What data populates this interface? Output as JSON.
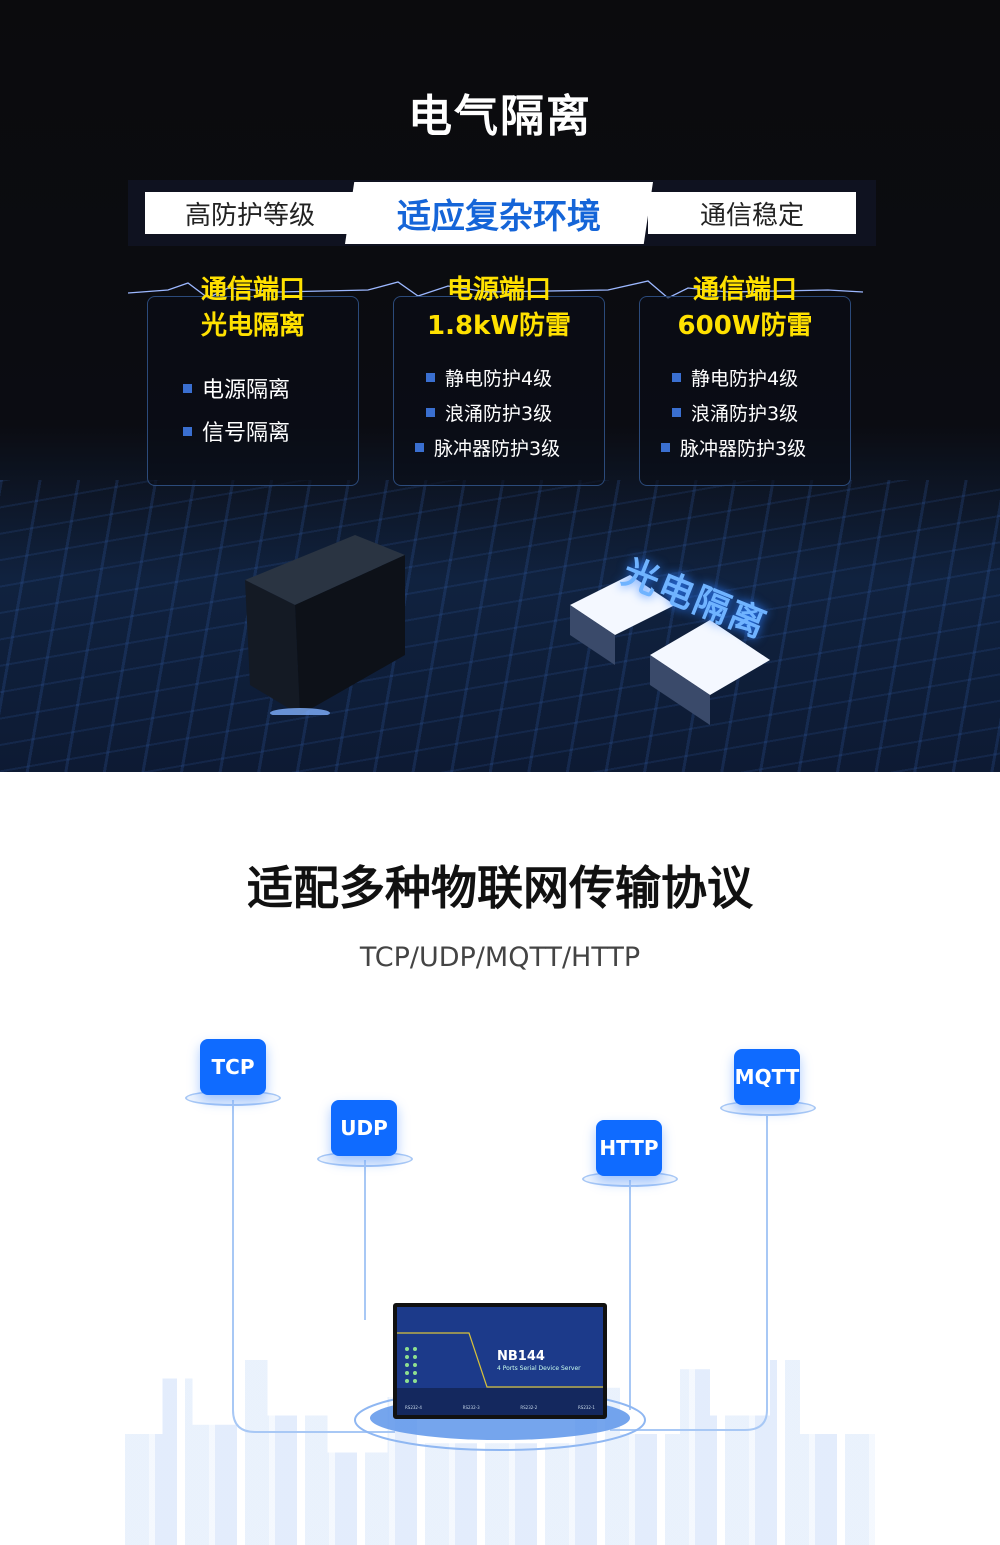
{
  "section1": {
    "title": "电气隔离",
    "tabs": [
      "高防护等级",
      "适应复杂环境",
      "通信稳定"
    ],
    "cards": [
      {
        "heading1": "通信端口",
        "heading2": "光电隔离",
        "items": [
          "电源隔离",
          "信号隔离"
        ]
      },
      {
        "heading1": "电源端口",
        "heading2": "1.8kW防雷",
        "items": [
          "静电防护4级",
          "浪涌防护3级",
          "脉冲器防护3级"
        ]
      },
      {
        "heading1": "通信端口",
        "heading2": "600W防雷",
        "items": [
          "静电防护4级",
          "浪涌防护3级",
          "脉冲器防护3级"
        ]
      }
    ],
    "image_label": "光电隔离"
  },
  "section2": {
    "title": "适配多种物联网传输协议",
    "subtitle": "TCP/UDP/MQTT/HTTP",
    "protocols": [
      "TCP",
      "UDP",
      "HTTP",
      "MQTT"
    ],
    "device": {
      "model": "NB144",
      "desc": "4 Ports Serial Device Server",
      "ports": [
        "RS232-4",
        "RS232-3",
        "RS232-2",
        "RS232-1"
      ]
    }
  },
  "colors": {
    "accent": "#0f6bff",
    "highlight": "#ffe100",
    "tab_active": "#1565d8"
  }
}
